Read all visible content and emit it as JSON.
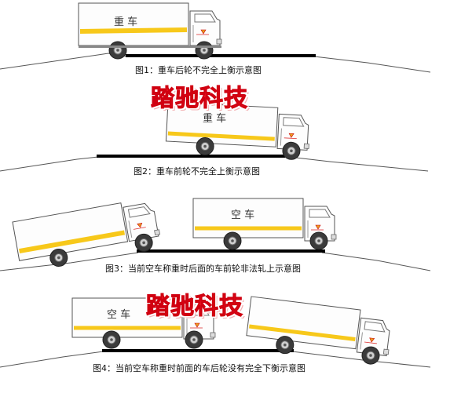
{
  "figures": [
    {
      "id": "fig1",
      "caption": "图1：重车后轮不完全上衡示意图",
      "truck_label": "重  车"
    },
    {
      "id": "fig2",
      "caption": "图2：重车前轮不完全上衡示意图",
      "truck_label": "重  车"
    },
    {
      "id": "fig3",
      "caption": "图3：当前空车称重时后面的车前轮非法轧上示意图",
      "truck_label": "空  车"
    },
    {
      "id": "fig4",
      "caption": "图4：当前空车称重时前面的车后轮没有完全下衡示意图",
      "truck_label": "空  车"
    }
  ],
  "watermark": "踏驰科技",
  "colors": {
    "stripe": "#f7c81a",
    "scale": "#000000",
    "wheel": "#3a3a3a",
    "outline": "#555555",
    "watermark": "#ee1c24"
  }
}
